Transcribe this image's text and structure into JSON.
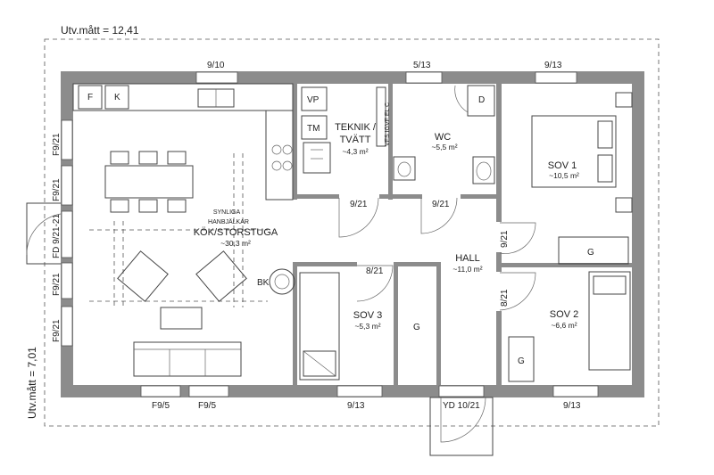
{
  "overall": {
    "width": "Utv.mått = 12,41",
    "height": "Utv.mått = 7,01"
  },
  "rooms": {
    "kitchen": {
      "note1": "SYNLIGA",
      "note2": "HANBJÄLKAR",
      "name": "KÖK/STORSTUGA",
      "area": "~30,3 m²"
    },
    "teknik": {
      "name1": "TEKNIK /",
      "name2": "TVÄTT",
      "area": "~4,3 m²"
    },
    "wc": {
      "name": "WC",
      "area": "~5,5 m²"
    },
    "sov1": {
      "name": "SOV 1",
      "area": "~10,5 m²"
    },
    "hall": {
      "name": "HALL",
      "area": "~11,0 m²"
    },
    "sov3": {
      "name": "SOV 3",
      "area": "~5,3 m²"
    },
    "sov2": {
      "name": "SOV 2",
      "area": "~6,6 m²"
    }
  },
  "fixtures": {
    "fridge": "F",
    "freezer": "K",
    "vp": "VP",
    "tm": "TM",
    "bk": "BK",
    "d": "D",
    "g_hall": "G",
    "g_sov1": "G",
    "g_sov2": "G",
    "wc_panel": "VFS IGVF EL C"
  },
  "windows": {
    "top_kitchen": "9/10",
    "top_wc": "5/13",
    "top_sov1": "9/13",
    "left1": "F9/21",
    "left2": "F9/21",
    "left3": "FD 9/21-21",
    "left4": "F9/21",
    "left5": "F9/21",
    "bottom1": "F9/5",
    "bottom2": "F9/5",
    "bottom_sov3": "9/13",
    "bottom_sov2": "9/13"
  },
  "doors": {
    "teknik": "9/21",
    "wc": "9/21",
    "sov1": "9/21",
    "sov3": "8/21",
    "sov2": "8/21",
    "entry": "YD 10/21"
  }
}
